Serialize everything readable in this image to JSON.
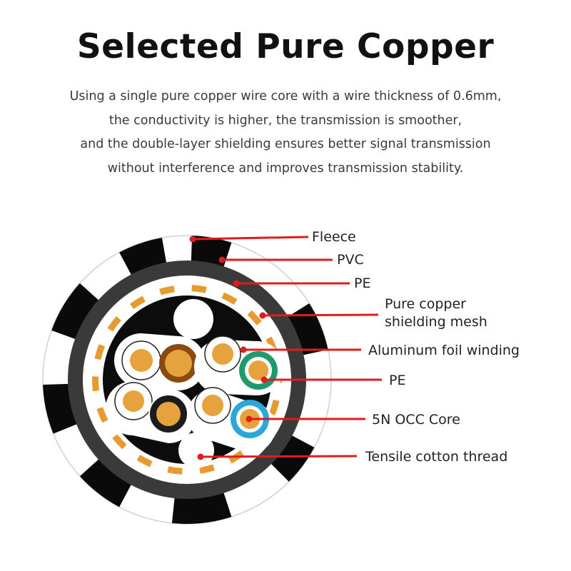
{
  "title": "Selected Pure Copper",
  "description": [
    "Using a single pure copper wire core with a wire thickness of 0.6mm,",
    "the conductivity is higher, the transmission is smoother,",
    "and the double-layer shielding ensures better signal transmission",
    "without interference and improves transmission stability."
  ],
  "labels": {
    "fleece": "Fleece",
    "pvc": "PVC",
    "pe_outer": "PE",
    "shield_line1": "Pure copper",
    "shield_line2": "shielding mesh",
    "foil": "Aluminum foil winding",
    "pe_inner": "PE",
    "core": "5N OCC Core",
    "thread": "Tensile cotton thread"
  },
  "colors": {
    "leader": "#e31b1b",
    "copper": "#e6a23c",
    "shield": "#e89a2e",
    "teal": "#1f9a6a",
    "blue": "#2aa8d8"
  }
}
